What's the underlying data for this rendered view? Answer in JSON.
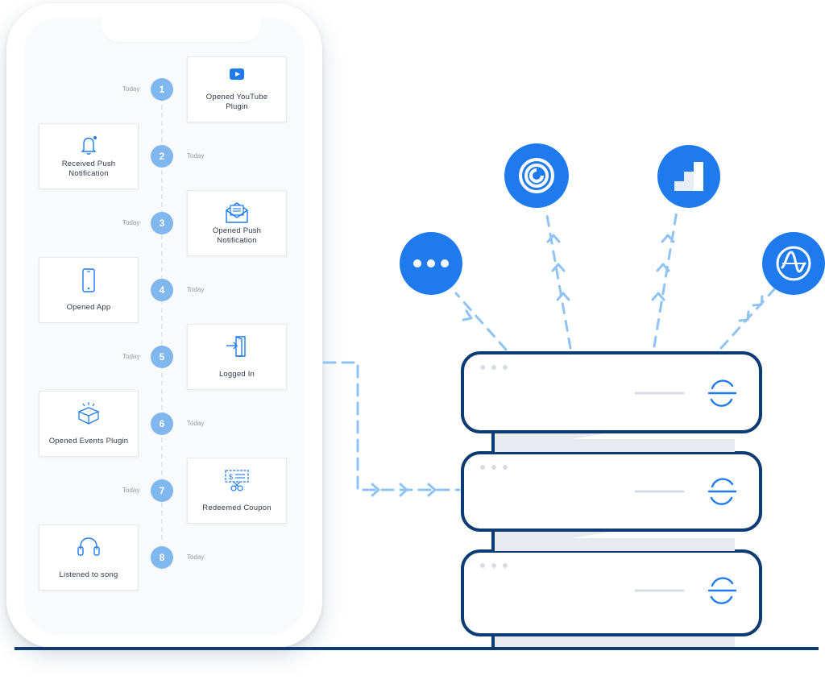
{
  "events": [
    {
      "step": "1",
      "time": "Today",
      "label": "Opened YouTube\nPlugin",
      "icon": "youtube-icon"
    },
    {
      "step": "2",
      "time": "Today",
      "label": "Received Push\nNotification",
      "icon": "bell-icon"
    },
    {
      "step": "3",
      "time": "Today",
      "label": "Opened Push\nNotification",
      "icon": "envelope-icon"
    },
    {
      "step": "4",
      "time": "Today",
      "label": "Opened App",
      "icon": "smartphone-icon"
    },
    {
      "step": "5",
      "time": "Today",
      "label": "Logged In",
      "icon": "login-door-icon"
    },
    {
      "step": "6",
      "time": "Today",
      "label": "Opened Events Plugin",
      "icon": "open-box-icon"
    },
    {
      "step": "7",
      "time": "Today",
      "label": "Redeemed Coupon",
      "icon": "coupon-scissors-icon"
    },
    {
      "step": "8",
      "time": "Today",
      "label": "Listened to song",
      "icon": "headphones-icon"
    }
  ],
  "services": [
    {
      "icon": "chat-dots-icon"
    },
    {
      "icon": "concentric-circle-icon"
    },
    {
      "icon": "bar-steps-icon"
    },
    {
      "icon": "amplitude-wave-icon"
    }
  ],
  "colors": {
    "accent": "#1f7bed",
    "badge": "#7fb7ee",
    "server_outline": "#0d3b73",
    "arrow": "#8fc4f2"
  }
}
